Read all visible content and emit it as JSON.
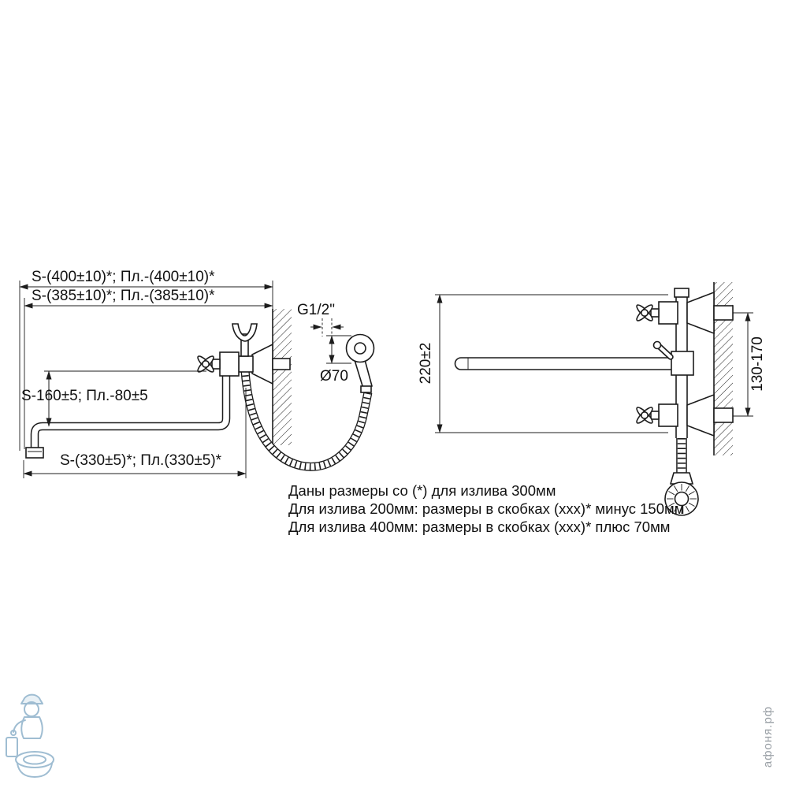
{
  "left_view": {
    "dim_top_label": "S-(400±10)*; Пл.-(400±10)*",
    "dim_second_label": "S-(385±10)*; Пл.-(385±10)*",
    "thread_label": "G1/2\"",
    "diameter_label": "Ø70",
    "dim_height_label": "S-160±5; Пл.-80±5",
    "dim_bottom_label": "S-(330±5)*; Пл.(330±5)*"
  },
  "right_view": {
    "dim_vertical_label": "220±2",
    "dim_wall_label": "130-170"
  },
  "notes": [
    "Даны размеры со (*) для излива 300мм",
    "Для излива 200мм: размеры в скобках (ххх)* минус 150мм",
    "Для излива 400мм: размеры в скобках (ххх)* плюс 70мм"
  ],
  "watermark_text": "афоня.рф",
  "colors": {
    "line": "#1c1c1c",
    "watermark": "#9aa0a6",
    "logo": "#9fbdd2"
  }
}
